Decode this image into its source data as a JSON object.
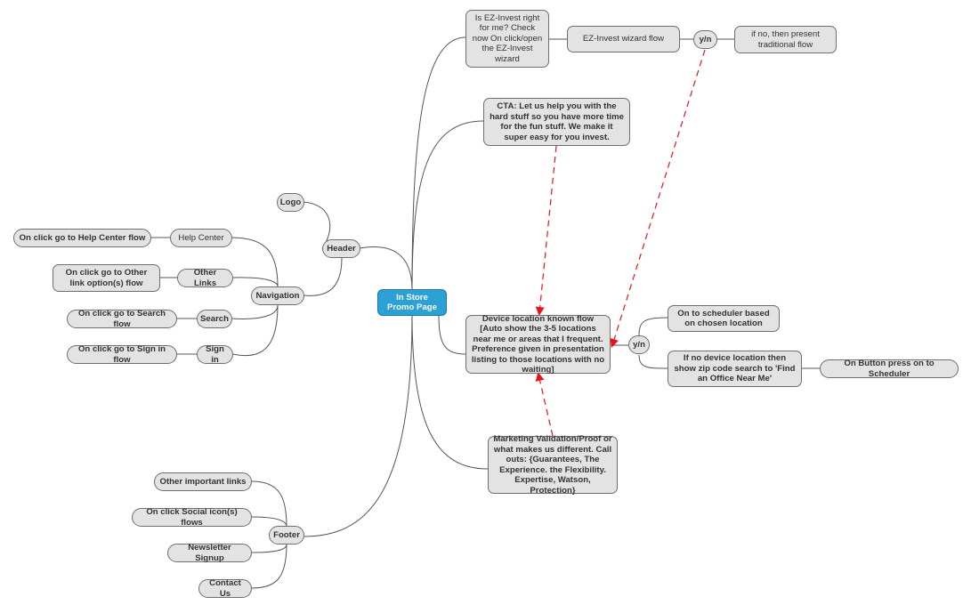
{
  "central": "In Store Promo Page",
  "header": {
    "label": "Header",
    "logo": "Logo"
  },
  "navigation": {
    "label": "Navigation",
    "items": [
      {
        "label": "Help Center",
        "action": "On click go to Help Center flow"
      },
      {
        "label": "Other Links",
        "action": "On click go to Other link option(s) flow"
      },
      {
        "label": "Search",
        "action": "On click go to Search flow"
      },
      {
        "label": "Sign in",
        "action": "On click go to Sign in flow"
      }
    ]
  },
  "footer": {
    "label": "Footer",
    "items": [
      "Other important links",
      "On click Social icon(s) flows",
      "Newsletter Signup",
      "Contact Us"
    ]
  },
  "ez_invest": {
    "question": "Is EZ-Invest right for me? Check now On click/open the EZ-Invest wizard",
    "wizard": "EZ-Invest wizard flow",
    "yn": "y/n",
    "no_branch": "if no, then present traditional flow"
  },
  "cta": "CTA:  Let us help you with the hard stuff so you have more time for the fun stuff. We make it super easy for you invest.",
  "device_flow": {
    "label": "Device location known flow [Auto show the 3-5 locations near me or areas that I frequent. Preference given in presentation listing to those locations with no waiting]",
    "yn": "y/n",
    "yes_branch": "On to scheduler based on chosen location",
    "no_branch": "If no device location then show zip code search to 'Find an Office Near Me'",
    "button_press": "On Button press on to Scheduler"
  },
  "marketing": "Marketing Validation/Proof or what makes us different. Call outs: {Guarantees, The Experience. the Flexibility. Expertise, Watson, Protection}",
  "colors": {
    "central": "#2ba1d6",
    "node": "#e3e3e3",
    "border": "#6f6f6f",
    "dashed_arrow": "#e8141c"
  }
}
